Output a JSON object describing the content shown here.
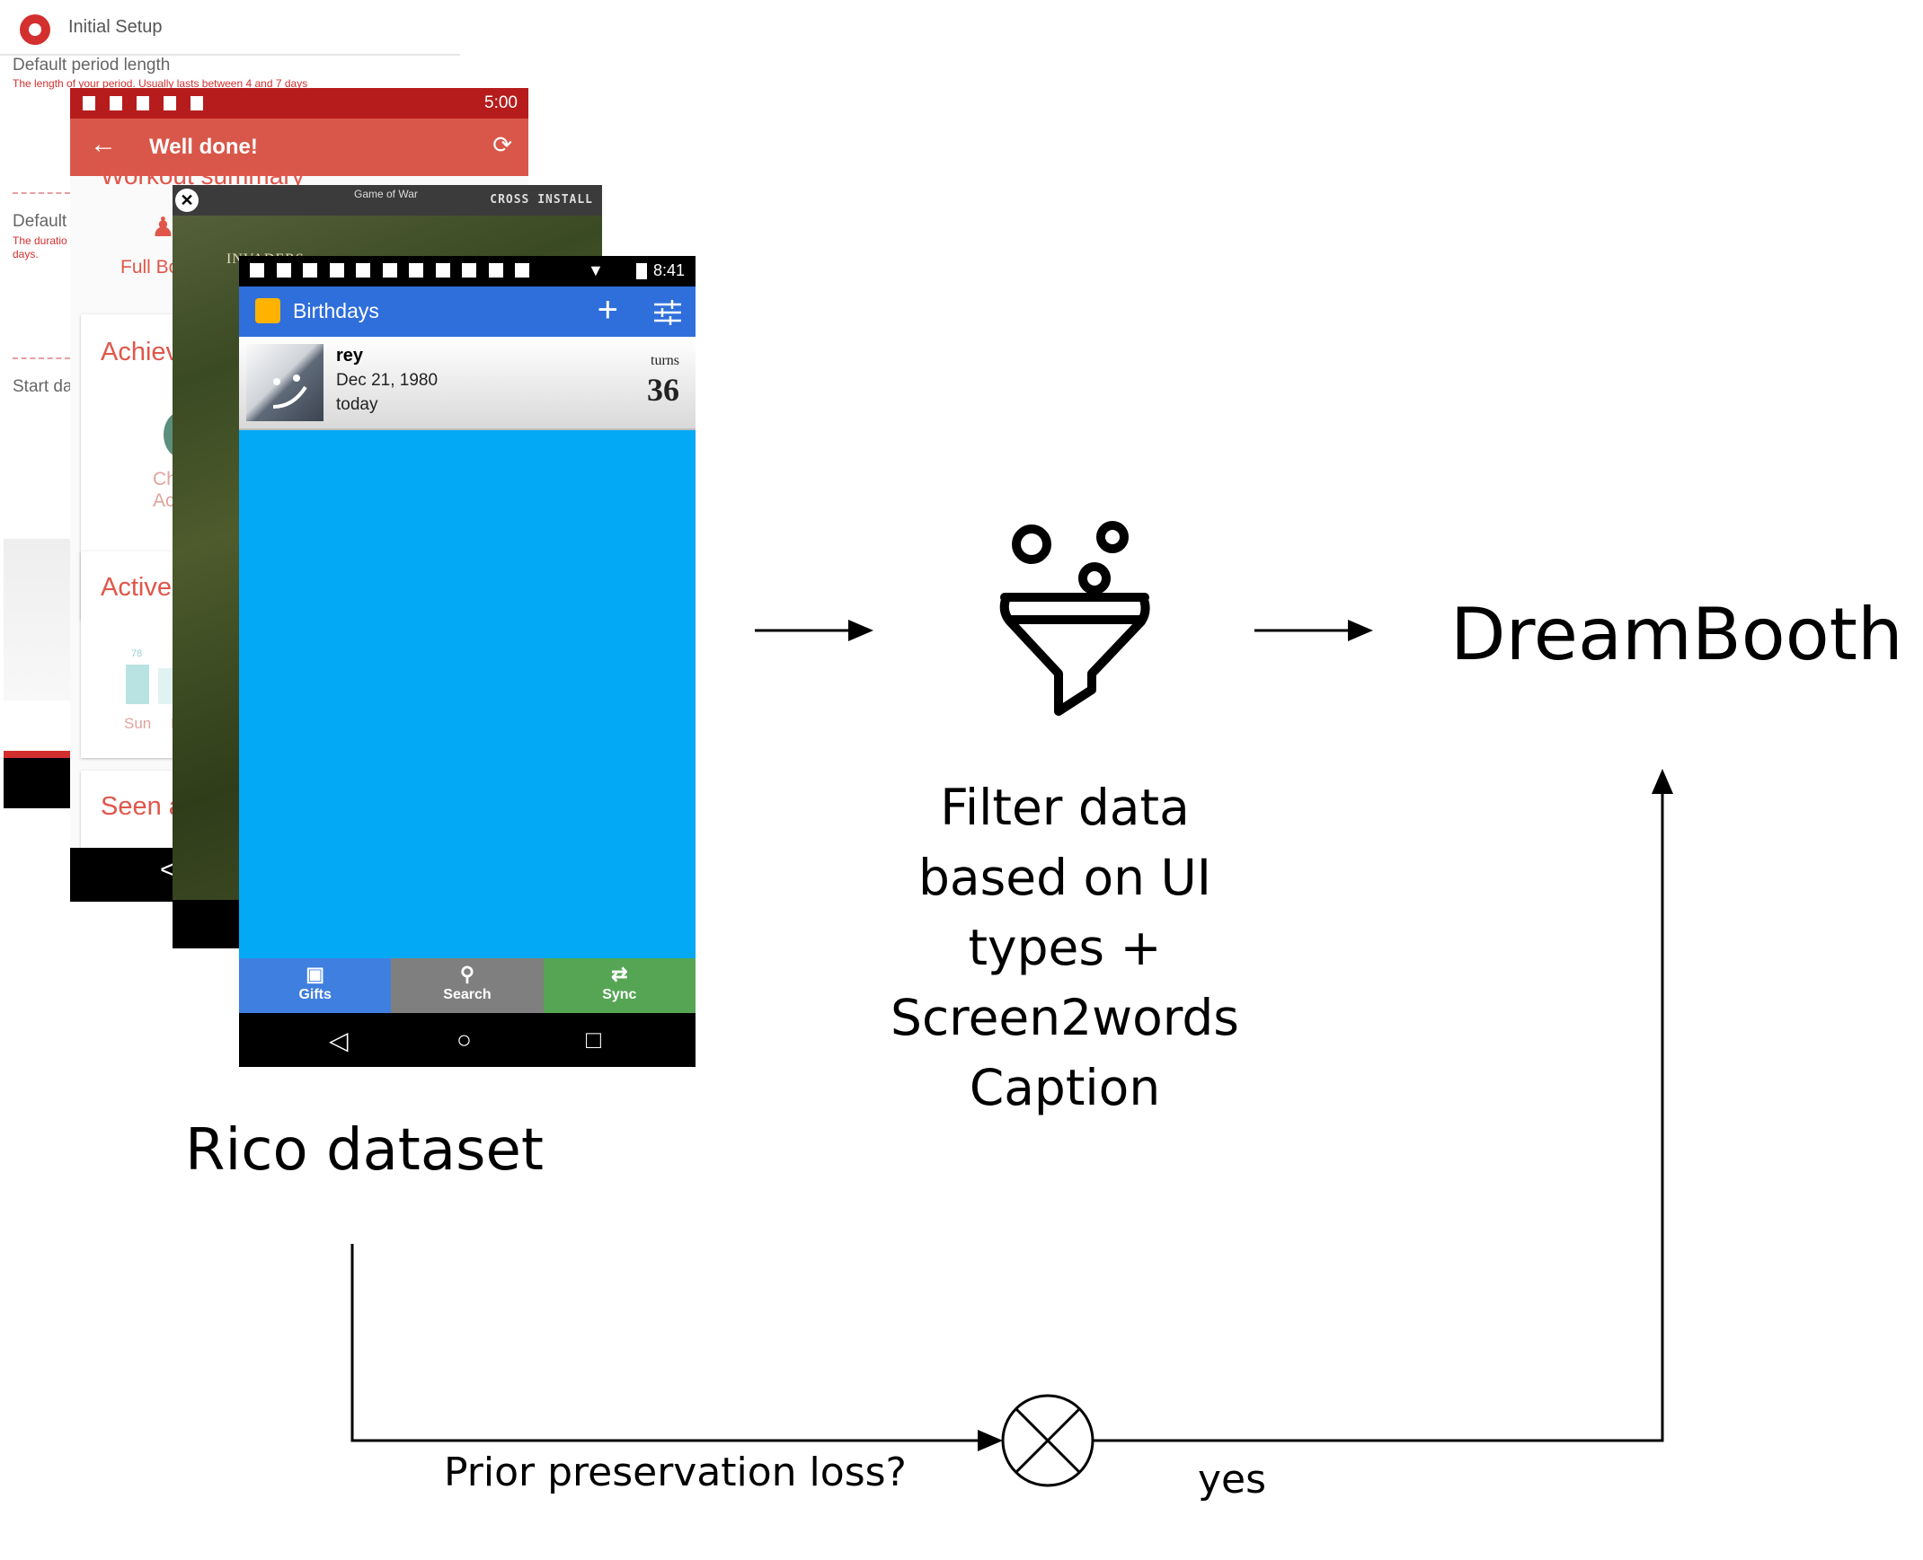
{
  "screens": {
    "period": {
      "title": "Initial Setup",
      "default_period_length": "Default period length",
      "period_hint": "The length of your period. Usually lasts between 4 and 7 days",
      "default_cut": "Default",
      "duration_hint": "The duratio",
      "days_cut": "days.",
      "start_cut": "Start da",
      "accent_color": "#d32f2f"
    },
    "workout": {
      "status_time": "5:00",
      "title": "Well done!",
      "workout_summary": "Workout summary",
      "full_body_cut": "Full Bo",
      "achievements_cut": "Achiev",
      "ch_cut": "Ch",
      "ac_cut": "Ac",
      "active_cut": "Active",
      "bar_value": "78",
      "day_sun": "Sun",
      "day_m": "M",
      "seen_cut": "Seen a",
      "accent_color": "#d9574a"
    },
    "game": {
      "title": "Game of War",
      "brand": "CROSS INSTALL",
      "invaders_cut": "INVADERS"
    },
    "birthdays": {
      "status_time": "8:41",
      "title": "Birthdays",
      "person": {
        "name": "rey",
        "date": "Dec 21, 1980",
        "relative": "today",
        "turns_label": "turns",
        "age": "36"
      },
      "tabs": [
        {
          "label": "Gifts",
          "icon": "gift-icon",
          "color": "#3f7fe0"
        },
        {
          "label": "Search",
          "icon": "search-icon",
          "color": "#7f7f7f"
        },
        {
          "label": "Sync",
          "icon": "shuffle-icon",
          "color": "#55a555"
        }
      ],
      "bar_color": "#2f6fdc",
      "content_color": "#03a9f4"
    }
  },
  "diagram": {
    "dataset_label": "Rico dataset",
    "filter_label": "Filter data based on UI types + Screen2words Caption",
    "filter_icon": "filter-funnel-icon",
    "model_label": "DreamBooth",
    "decision_question": "Prior preservation loss?",
    "decision_answer": "yes",
    "decision_icon": "circle-cross-icon"
  }
}
